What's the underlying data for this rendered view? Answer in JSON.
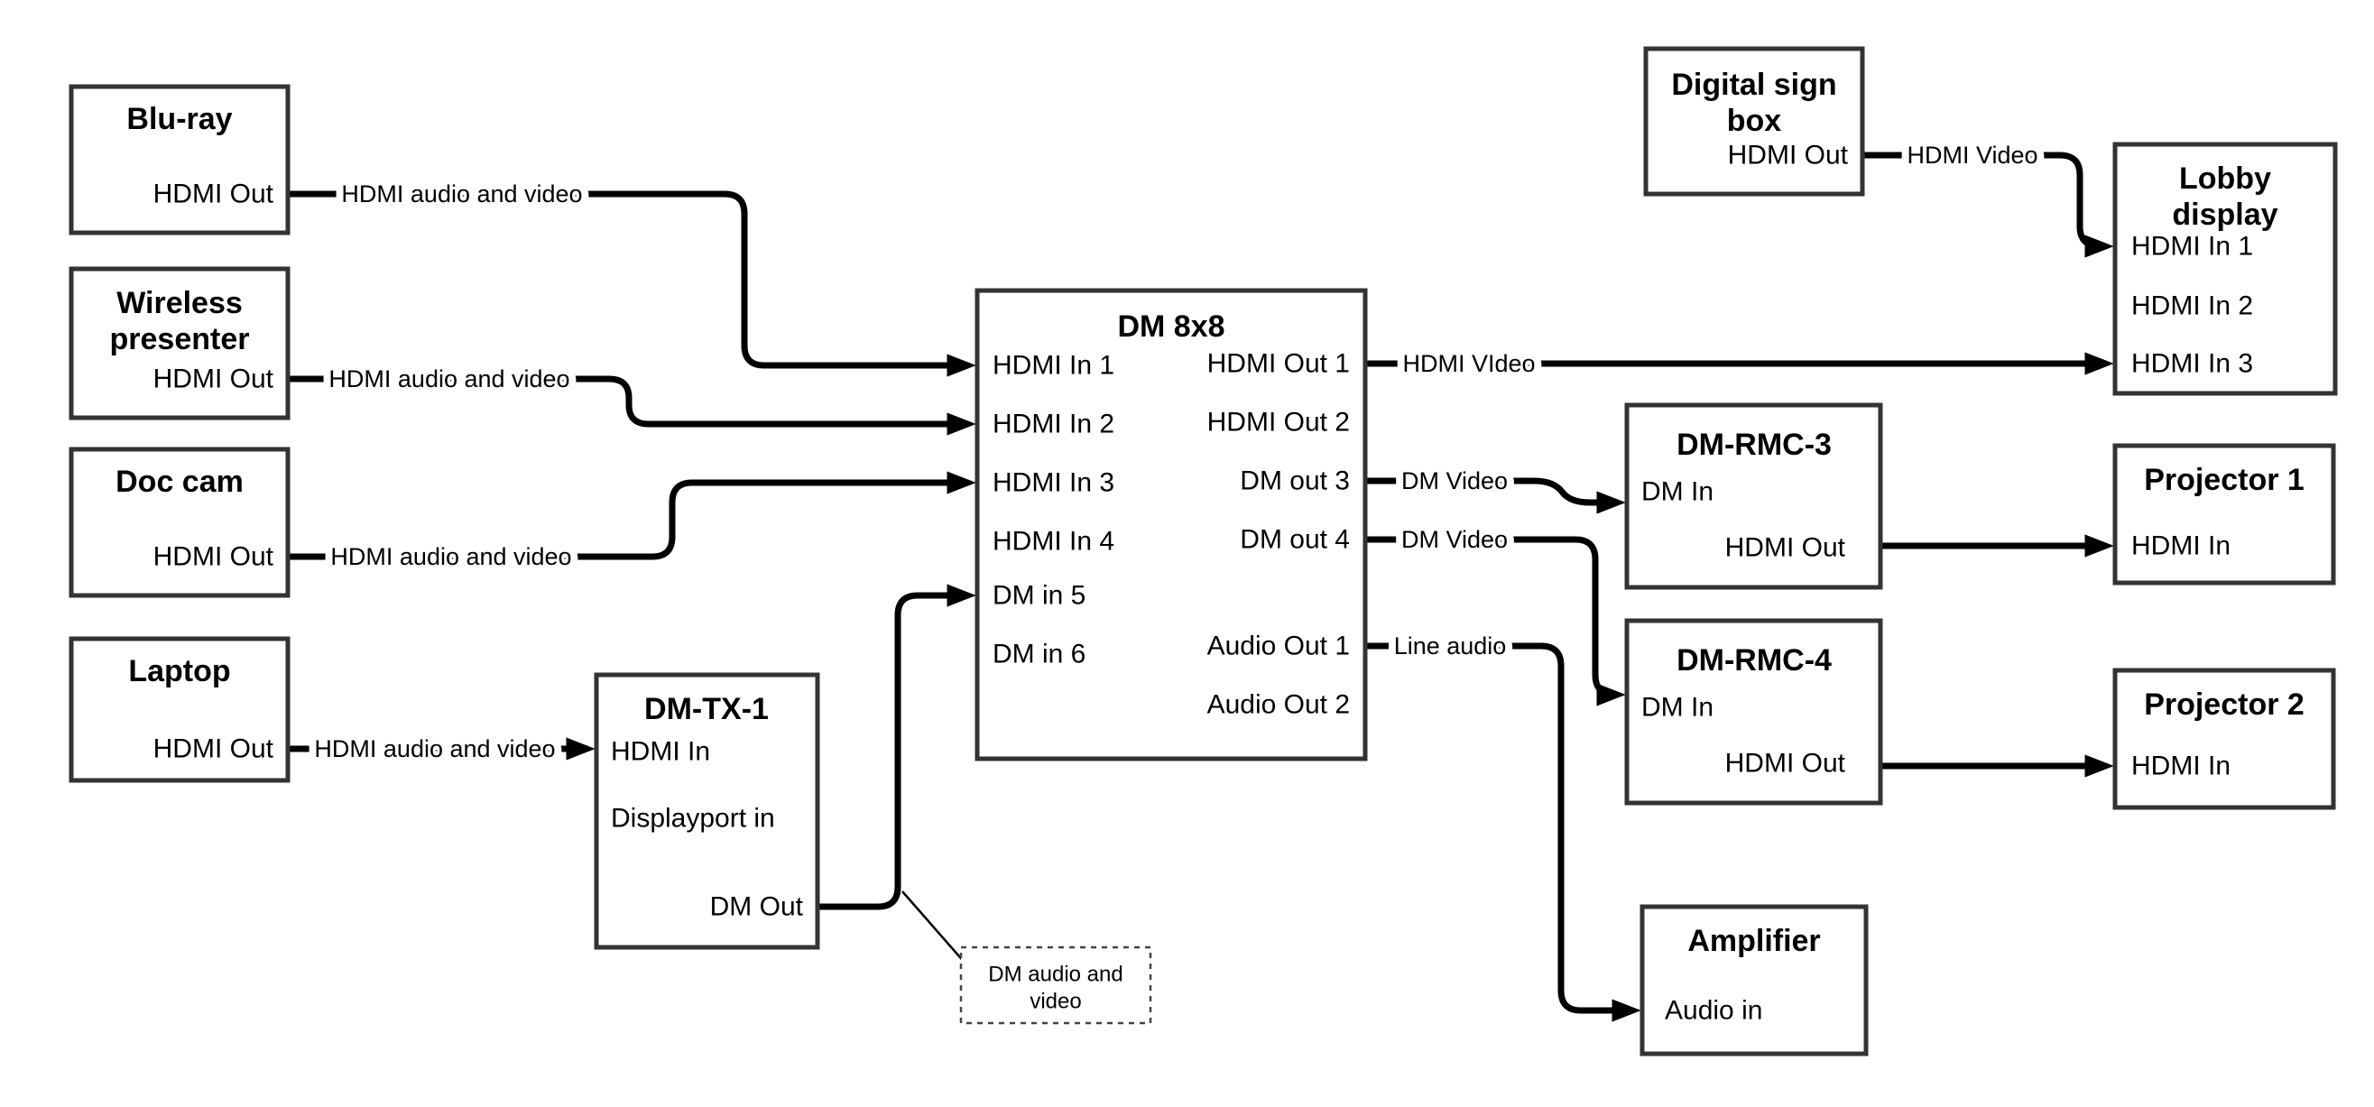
{
  "canvas": {
    "background": "#ffffff",
    "wire_color": "#000000",
    "box_border_color": "#333333"
  },
  "nodes": {
    "bluray": {
      "title": "Blu-ray",
      "port_hdmi_out": "HDMI Out"
    },
    "wireless_presenter": {
      "title_lines": [
        "Wireless",
        "presenter"
      ],
      "port_hdmi_out": "HDMI Out"
    },
    "doc_cam": {
      "title": "Doc cam",
      "port_hdmi_out": "HDMI Out"
    },
    "laptop": {
      "title": "Laptop",
      "port_hdmi_out": "HDMI Out"
    },
    "dm_tx_1": {
      "title": "DM-TX-1",
      "port_hdmi_in": "HDMI In",
      "port_displayport_in": "Displayport in",
      "port_dm_out": "DM Out"
    },
    "dm_8x8": {
      "title": "DM 8x8",
      "ports_left": [
        "HDMI In 1",
        "HDMI In 2",
        "HDMI In 3",
        "HDMI In 4",
        "DM in 5",
        "DM in 6"
      ],
      "ports_right": [
        "HDMI Out 1",
        "HDMI Out 2",
        "DM out 3",
        "DM out 4",
        "Audio Out 1",
        "Audio Out 2"
      ]
    },
    "digital_sign_box": {
      "title_lines": [
        "Digital sign",
        "box"
      ],
      "port_hdmi_out": "HDMI Out"
    },
    "lobby_display": {
      "title_lines": [
        "Lobby",
        "display"
      ],
      "ports": [
        "HDMI In 1",
        "HDMI In 2",
        "HDMI In 3"
      ]
    },
    "dm_rmc_3": {
      "title": "DM-RMC-3",
      "port_dm_in": "DM In",
      "port_hdmi_out": "HDMI Out"
    },
    "dm_rmc_4": {
      "title": "DM-RMC-4",
      "port_dm_in": "DM In",
      "port_hdmi_out": "HDMI Out"
    },
    "projector_1": {
      "title": "Projector 1",
      "port_hdmi_in": "HDMI In"
    },
    "projector_2": {
      "title": "Projector 2",
      "port_hdmi_in": "HDMI In"
    },
    "amplifier": {
      "title": "Amplifier",
      "port_audio_in": "Audio in"
    }
  },
  "wire_labels": {
    "bluray_to_dm8x8": "HDMI audio and video",
    "wireless_to_dm8x8": "HDMI audio and video",
    "doccam_to_dm8x8": "HDMI audio and video",
    "laptop_to_dmtx1": "HDMI audio and video",
    "hdmiout1_to_lobby": "HDMI VIdeo",
    "dmout3_to_rmc3": "DM Video",
    "dmout4_to_rmc4": "DM Video",
    "audioout1_to_amplifier": "Line audio",
    "signbox_to_lobby": "HDMI Video"
  },
  "note": {
    "lines": [
      "DM audio and",
      "video"
    ]
  }
}
